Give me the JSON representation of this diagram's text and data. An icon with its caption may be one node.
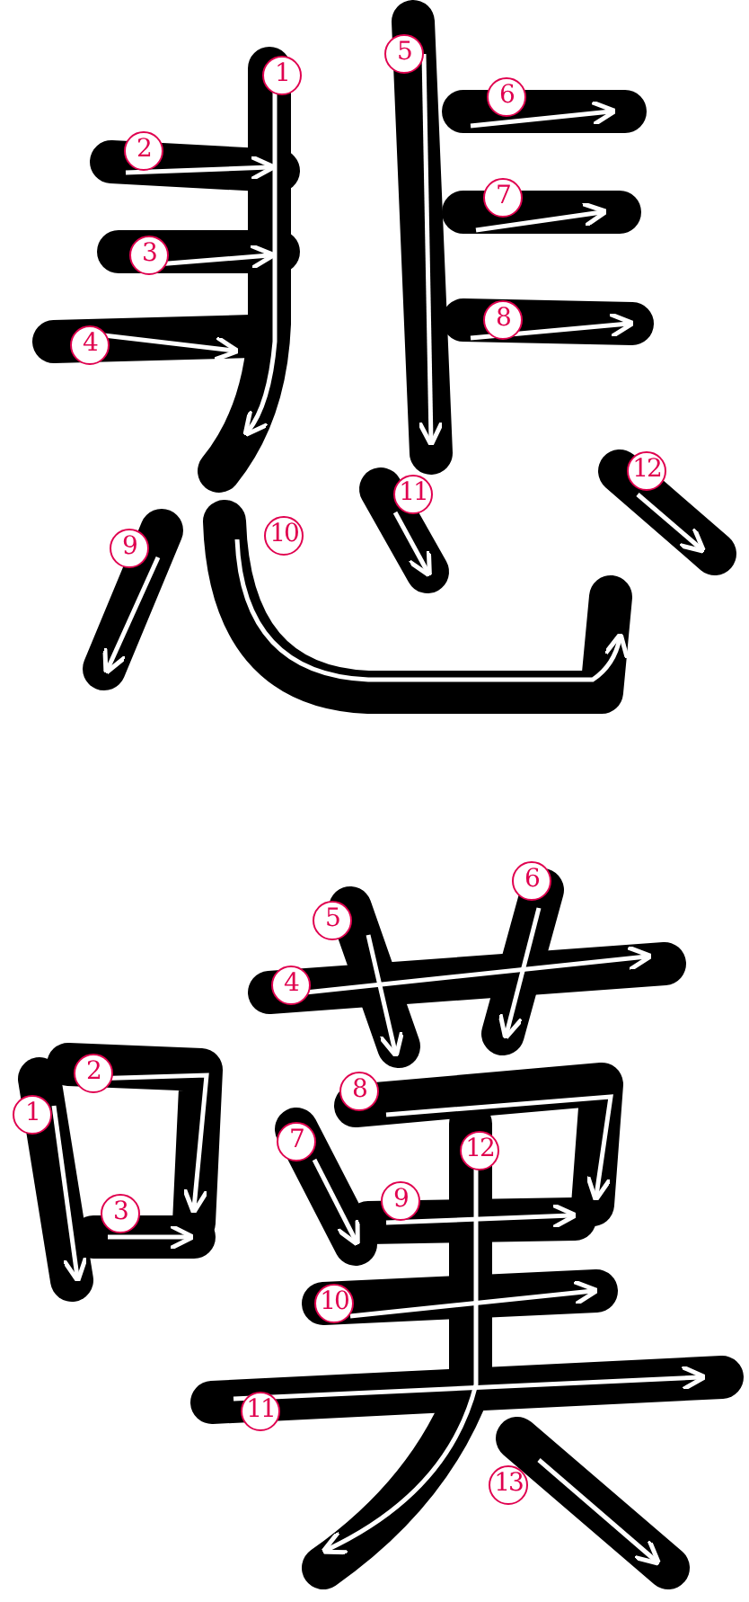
{
  "diagram": {
    "labels": [
      "1",
      "2",
      "3",
      "4",
      "5",
      "6",
      "7",
      "8",
      "9",
      "10",
      "11",
      "12",
      "1",
      "2",
      "3",
      "4",
      "5",
      "6",
      "7",
      "8",
      "9",
      "10",
      "11",
      "12",
      "13"
    ]
  }
}
